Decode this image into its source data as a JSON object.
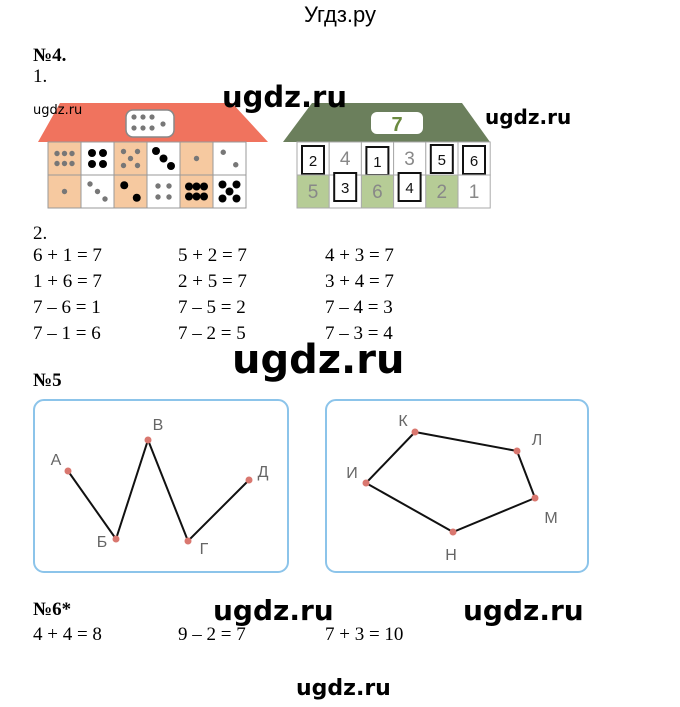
{
  "header": {
    "title": "Угдз.ру"
  },
  "watermarks": [
    "ugdz.ru",
    "ugdz.ru",
    "ugdz.ru",
    "ugdz.ru",
    "ugdz.ru",
    "ugdz.ru",
    "ugdz.ru"
  ],
  "task4": {
    "heading": "№4.",
    "part1_label": "1.",
    "left_house": {
      "roof_dots": 7,
      "top_row": [
        6,
        4,
        5,
        3,
        1,
        2
      ],
      "bottom_row": [
        1,
        3,
        2,
        4,
        6,
        5
      ]
    },
    "right_house": {
      "roof": "7",
      "top_row": [
        {
          "v": "2",
          "boxed": true
        },
        {
          "v": "4",
          "boxed": false
        },
        {
          "v": "1",
          "boxed": true
        },
        {
          "v": "3",
          "boxed": false
        },
        {
          "v": "5",
          "boxed": true
        },
        {
          "v": "6",
          "boxed": true
        }
      ],
      "bottom_row": [
        {
          "v": "5",
          "boxed": false
        },
        {
          "v": "3",
          "boxed": true
        },
        {
          "v": "6",
          "boxed": false
        },
        {
          "v": "4",
          "boxed": true
        },
        {
          "v": "2",
          "boxed": false
        },
        {
          "v": "1",
          "boxed": false
        }
      ]
    },
    "part2_label": "2.",
    "equations": [
      [
        "6 + 1 = 7",
        "5 + 2 = 7",
        "4 + 3 = 7"
      ],
      [
        "1 + 6 = 7",
        "2 + 5 = 7",
        "3 + 4 = 7"
      ],
      [
        "7 – 6 = 1",
        "7 – 5 = 2",
        "7 – 4 = 3"
      ],
      [
        "7 – 1 = 6",
        "7 – 2 = 5",
        "7 – 3 = 4"
      ]
    ]
  },
  "task5": {
    "heading": "№5",
    "polyline_points": [
      "А",
      "Б",
      "В",
      "Г",
      "Д"
    ],
    "polygon_points": [
      "К",
      "Л",
      "М",
      "Н",
      "И"
    ]
  },
  "task6": {
    "heading": "№6*",
    "equations": [
      "4 + 4 = 8",
      "9 – 2 = 7",
      "7 + 3 = 10"
    ]
  },
  "colors": {
    "roof_left": "#f0735e",
    "roof_right": "#6b7f5c",
    "cell_orange": "#f6c9a0",
    "cell_green": "#b6cc96",
    "frame_blue": "#8cc4ea",
    "point": "#d9776f"
  }
}
